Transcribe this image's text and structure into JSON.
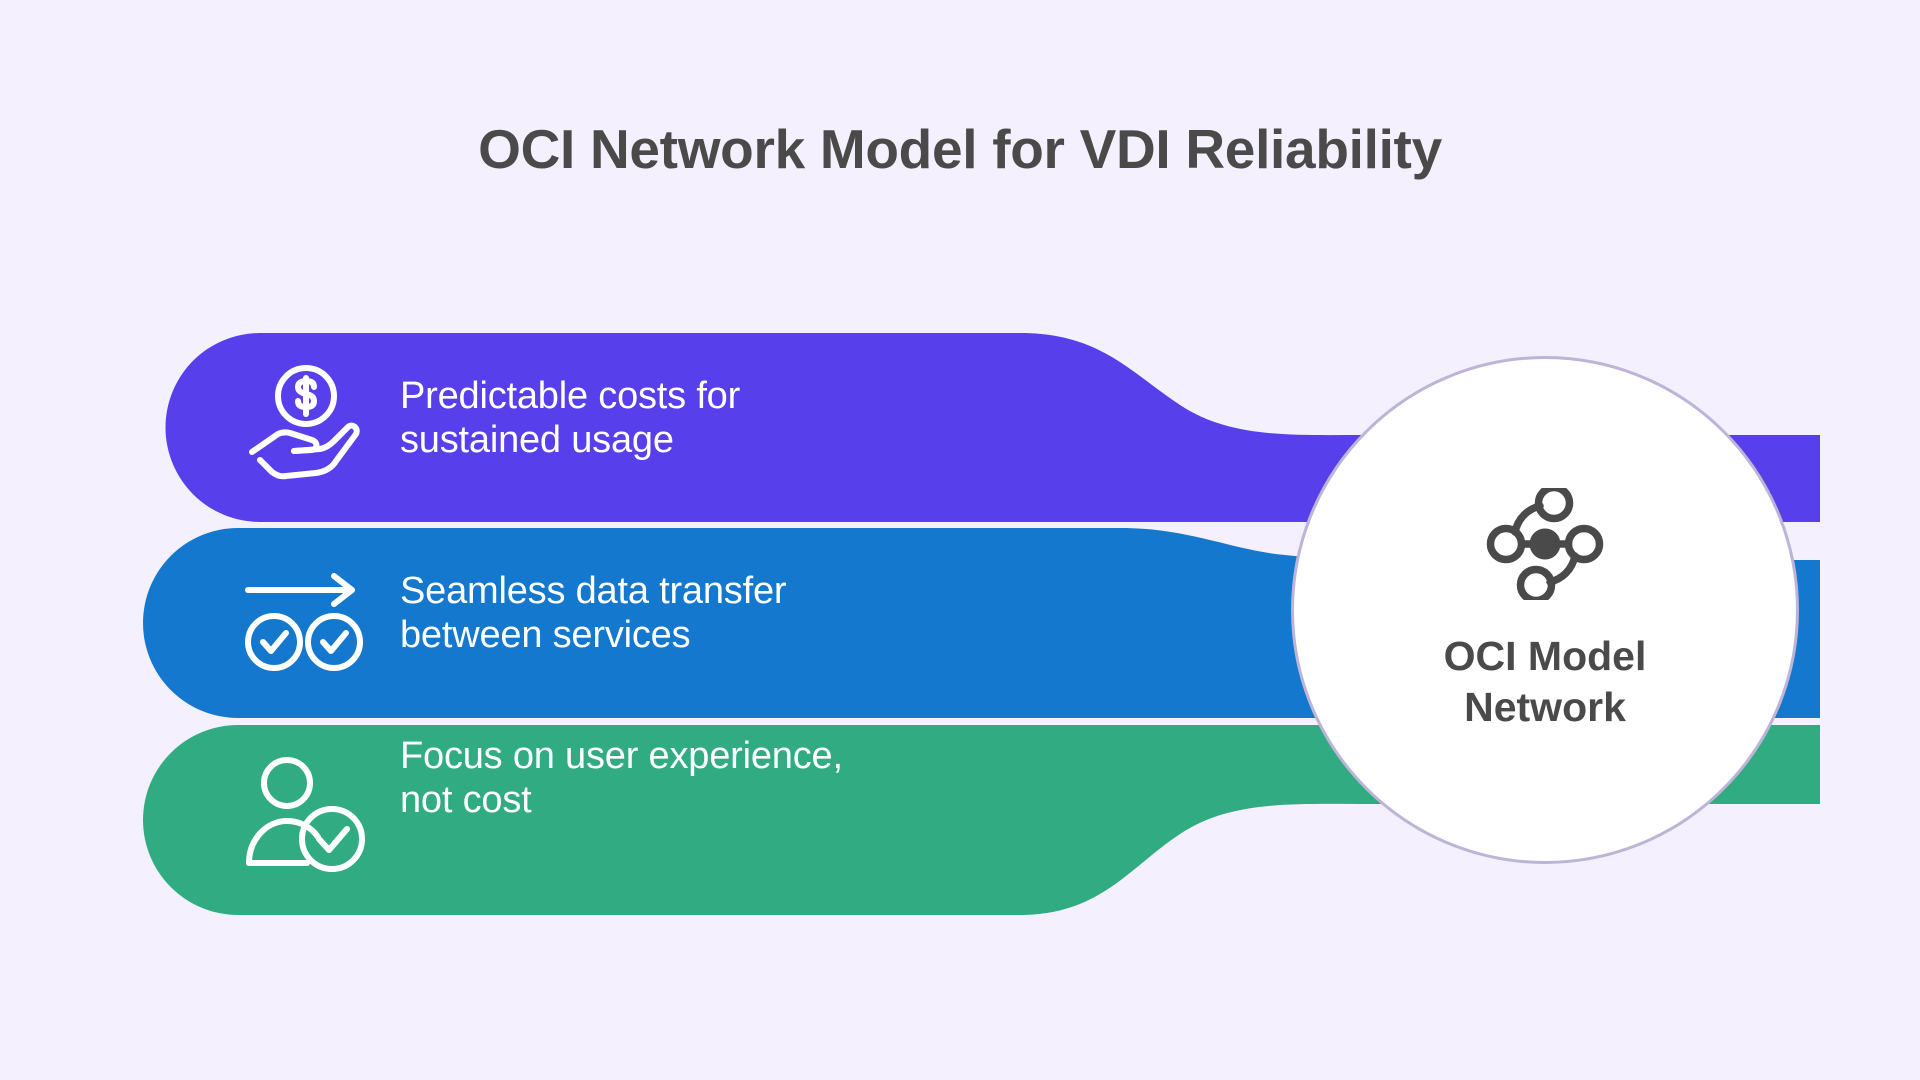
{
  "title": "OCI Network Model for VDI Reliability",
  "background_color": "#f4f0fd",
  "title_color": "#4a4a4a",
  "hub": {
    "label": "OCI Model\nNetwork",
    "icon": "network-nodes-icon",
    "fill_color": "#ffffff",
    "border_color": "#bdb4d8",
    "icon_color": "#4a4a4a",
    "text_color": "#4a4a4a"
  },
  "rows": [
    {
      "id": "predictable-costs",
      "text": "Predictable costs for\nsustained usage",
      "icon": "hand-holding-dollar-coin-icon",
      "color": "#5740ec",
      "text_color": "#ffffff"
    },
    {
      "id": "seamless-data-transfer",
      "text": "Seamless data transfer\nbetween services",
      "icon": "arrow-with-two-check-circles-icon",
      "color": "#1478ce",
      "text_color": "#ffffff"
    },
    {
      "id": "user-experience-focus",
      "text": "Focus on user experience,\nnot cost",
      "icon": "user-with-check-icon",
      "color": "#31ac82",
      "text_color": "#ffffff"
    }
  ]
}
